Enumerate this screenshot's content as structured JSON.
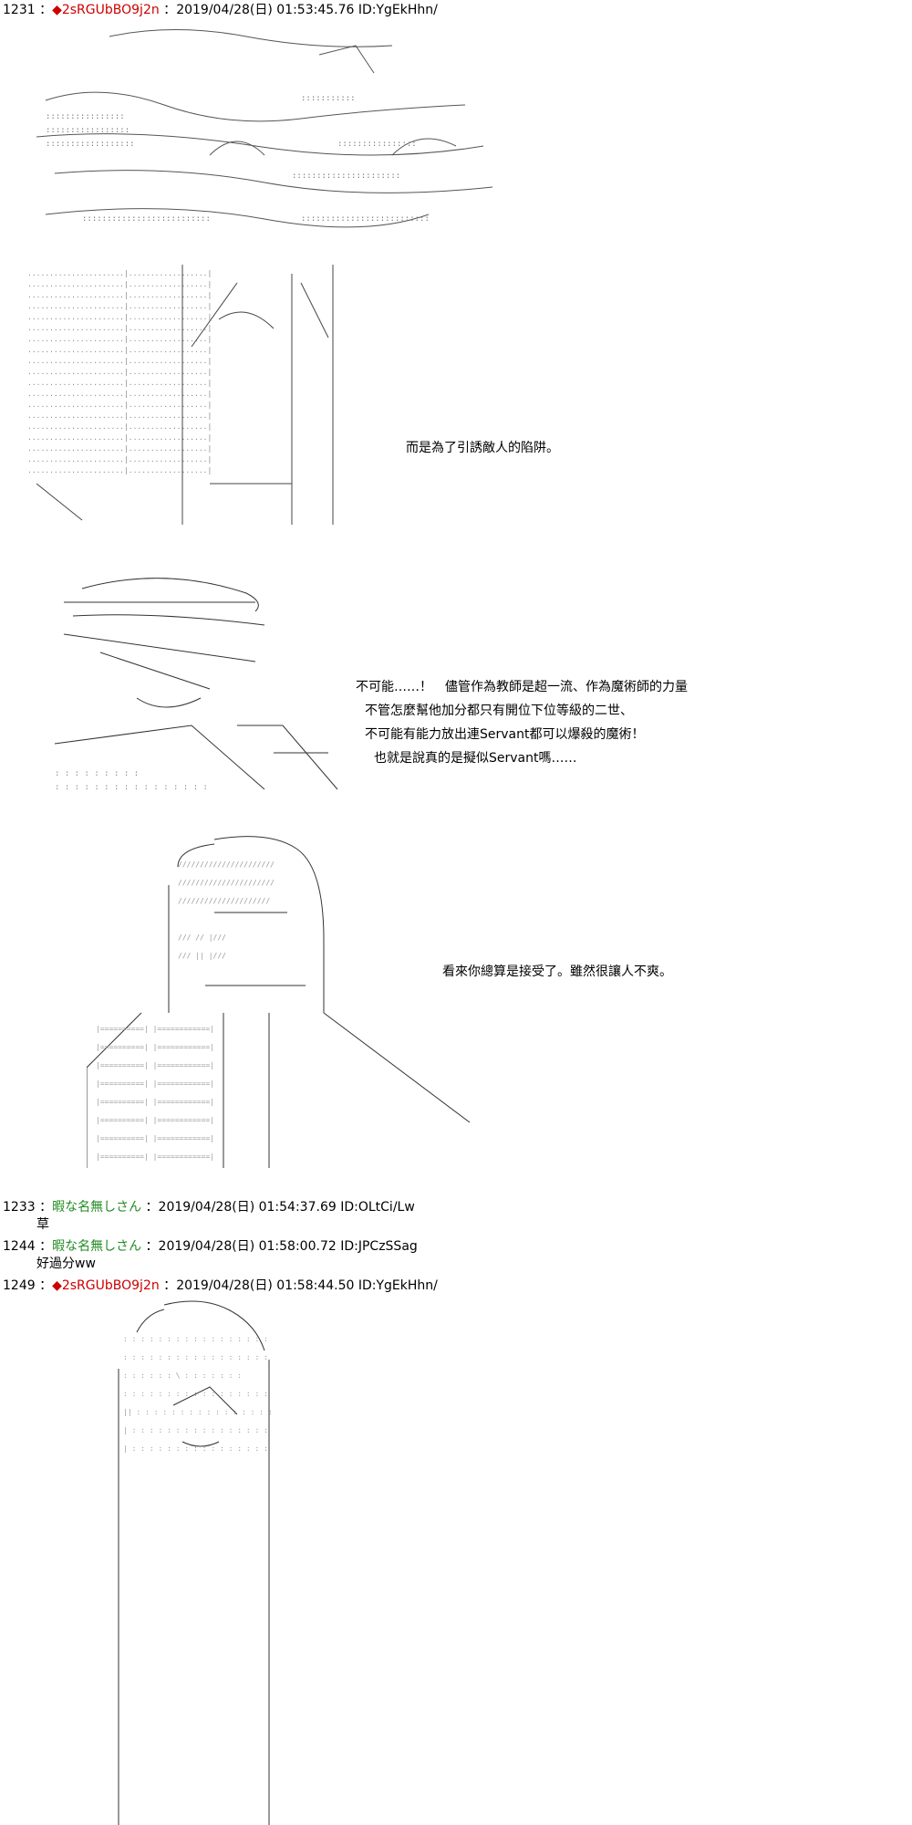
{
  "posts": [
    {
      "number": "1231",
      "trip": "◆2sRGUbBO9j2n",
      "datetime": "2019/04/28(日) 01:53:45.76",
      "id": "ID:YgEkHhn/",
      "captions": [
        {
          "lines": [
            "而是為了引誘敵人的陷阱。"
          ]
        },
        {
          "lines": [
            "不可能……！　儘管作為教師是超一流、作為魔術師的力量",
            "不管怎麼幫他加分都只有開位下位等級的二世、",
            "不可能有能力放出連Servant都可以爆殺的魔術！",
            "也就是說真的是擬似Servant嗎……"
          ]
        },
        {
          "lines": [
            "看來你總算是接受了。雖然很讓人不爽。"
          ]
        }
      ]
    },
    {
      "number": "1233",
      "name": "暇な名無しさん",
      "datetime": "2019/04/28(日) 01:54:37.69",
      "id": "ID:OLtCi/Lw",
      "body": "草"
    },
    {
      "number": "1244",
      "name": "暇な名無しさん",
      "datetime": "2019/04/28(日) 01:58:00.72",
      "id": "ID:JPCzSSag",
      "body": "好過分ww"
    },
    {
      "number": "1249",
      "trip": "◆2sRGUbBO9j2n",
      "datetime": "2019/04/28(日) 01:58:44.50",
      "id": "ID:YgEkHhn/"
    }
  ],
  "separator": " ：",
  "colors": {
    "trip": "#cc0000",
    "name": "#228b22",
    "text": "#000000",
    "background": "#ffffff"
  }
}
